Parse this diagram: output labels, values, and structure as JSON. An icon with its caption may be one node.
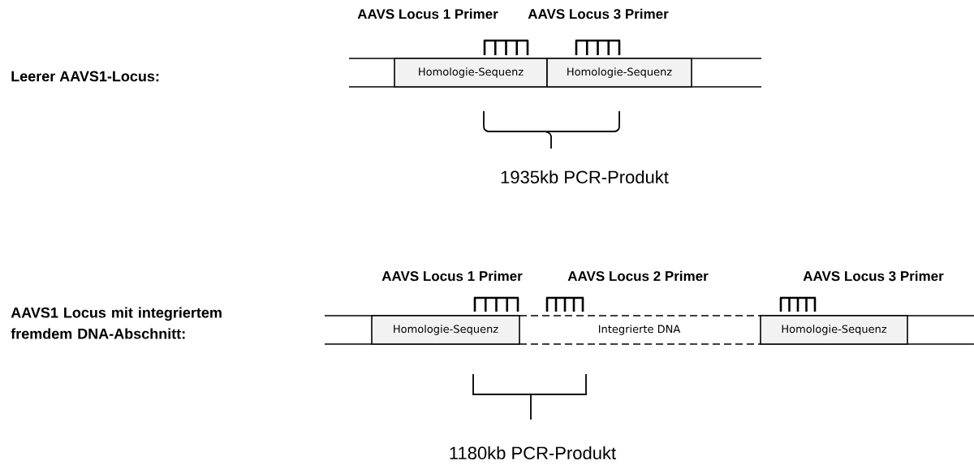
{
  "diagram": {
    "nodes": [
      {
        "text": [
          "Homologie-Sequenz"
        ]
      },
      {
        "text": [
          "Homologie-Sequenz"
        ]
      },
      {
        "text": [
          "Homologie-Sequenz"
        ]
      },
      {
        "text": [
          "Integrierte DNA"
        ]
      },
      {
        "text": [
          "Homologie-Sequenz"
        ]
      }
    ],
    "labels": [
      "AAVS Locus 1 Primer",
      "AAVS Locus 3 Primer",
      "Leerer AAVS1-Locus:",
      "1935kb PCR-Produkt",
      "AAVS Locus 1 Primer",
      "AAVS Locus 2 Primer",
      "AAVS Locus 3 Primer",
      "AAVS1 Locus mit integriertem fremdem DNA-Abschnitt:",
      "1180kb PCR-Produkt"
    ]
  }
}
